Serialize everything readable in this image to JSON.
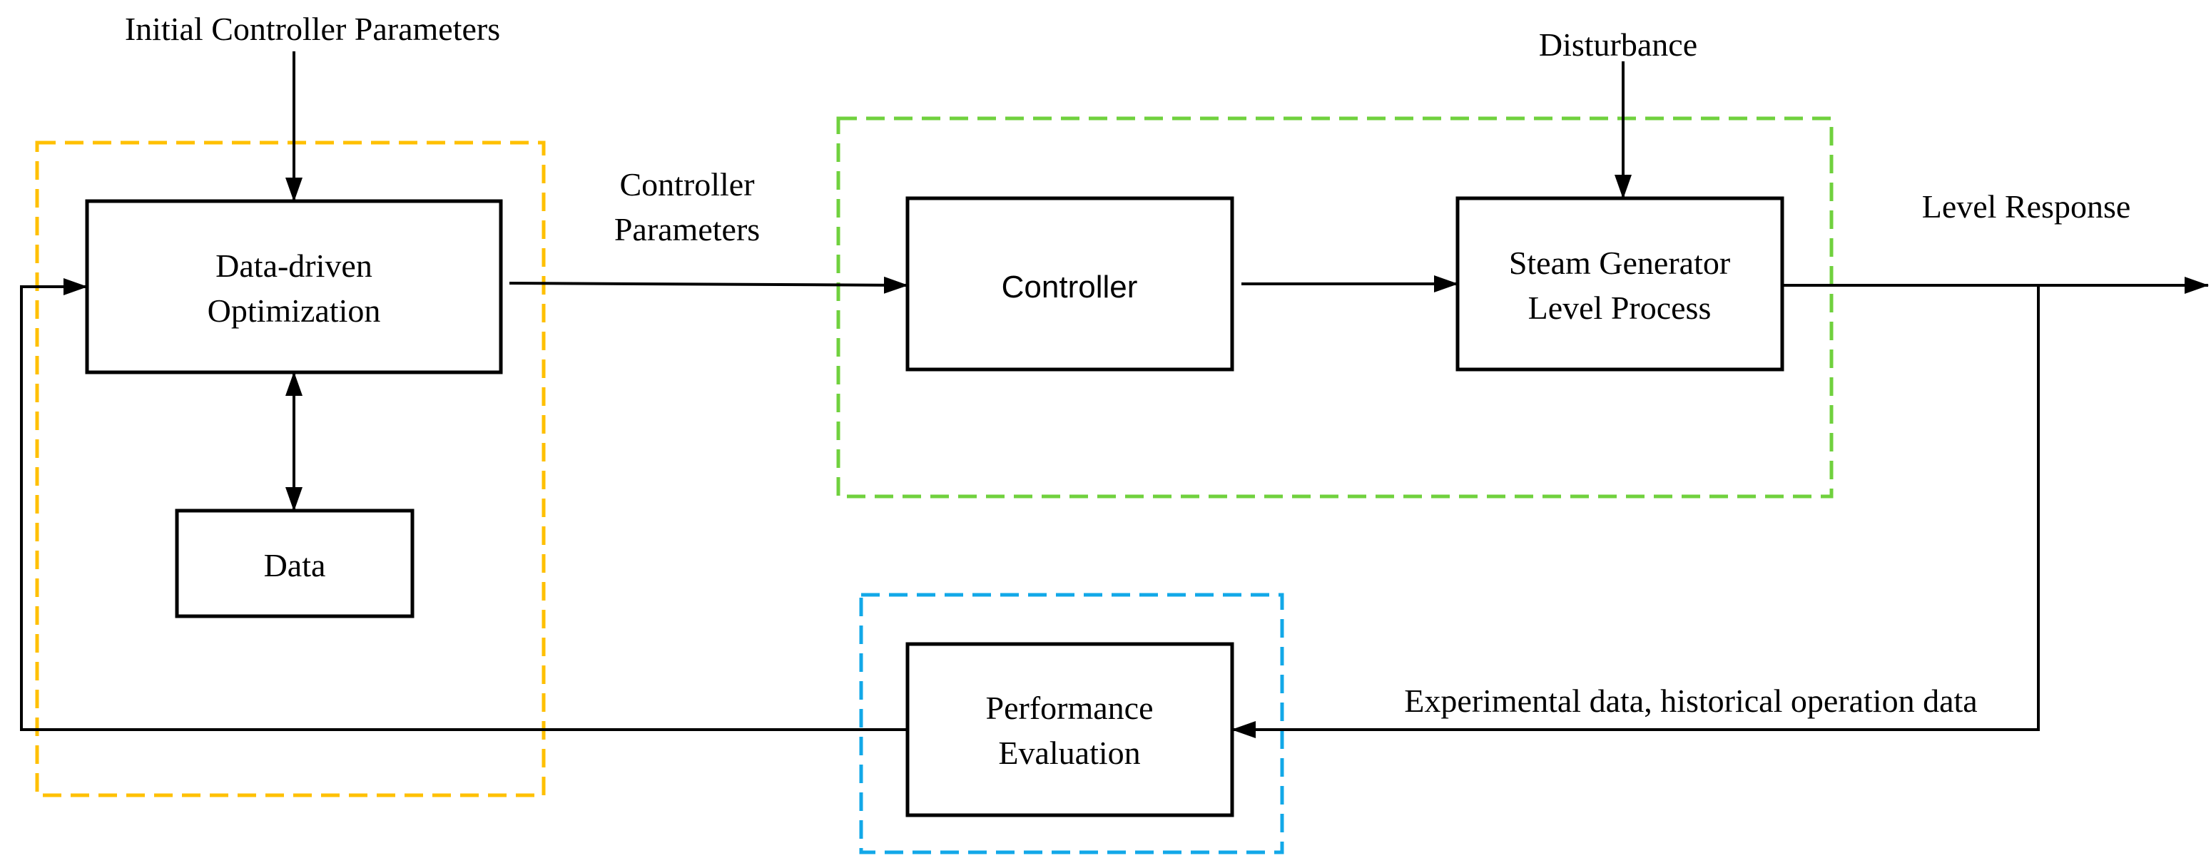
{
  "colors": {
    "optimization_group": "#FFC000",
    "control_group": "#70D13E",
    "evaluation_group": "#12A8E8",
    "line": "#000000"
  },
  "labels": {
    "initial_params": "Initial Controller Parameters",
    "controller_params_line1": "Controller",
    "controller_params_line2": "Parameters",
    "disturbance": "Disturbance",
    "level_response": "Level Response",
    "feedback_data": "Experimental data, historical operation data"
  },
  "blocks": {
    "optimization_line1": "Data-driven",
    "optimization_line2": "Optimization",
    "data": "Data",
    "controller": "Controller",
    "plant_line1": "Steam Generator",
    "plant_line2": "Level Process",
    "evaluation_line1": "Performance",
    "evaluation_line2": "Evaluation"
  }
}
